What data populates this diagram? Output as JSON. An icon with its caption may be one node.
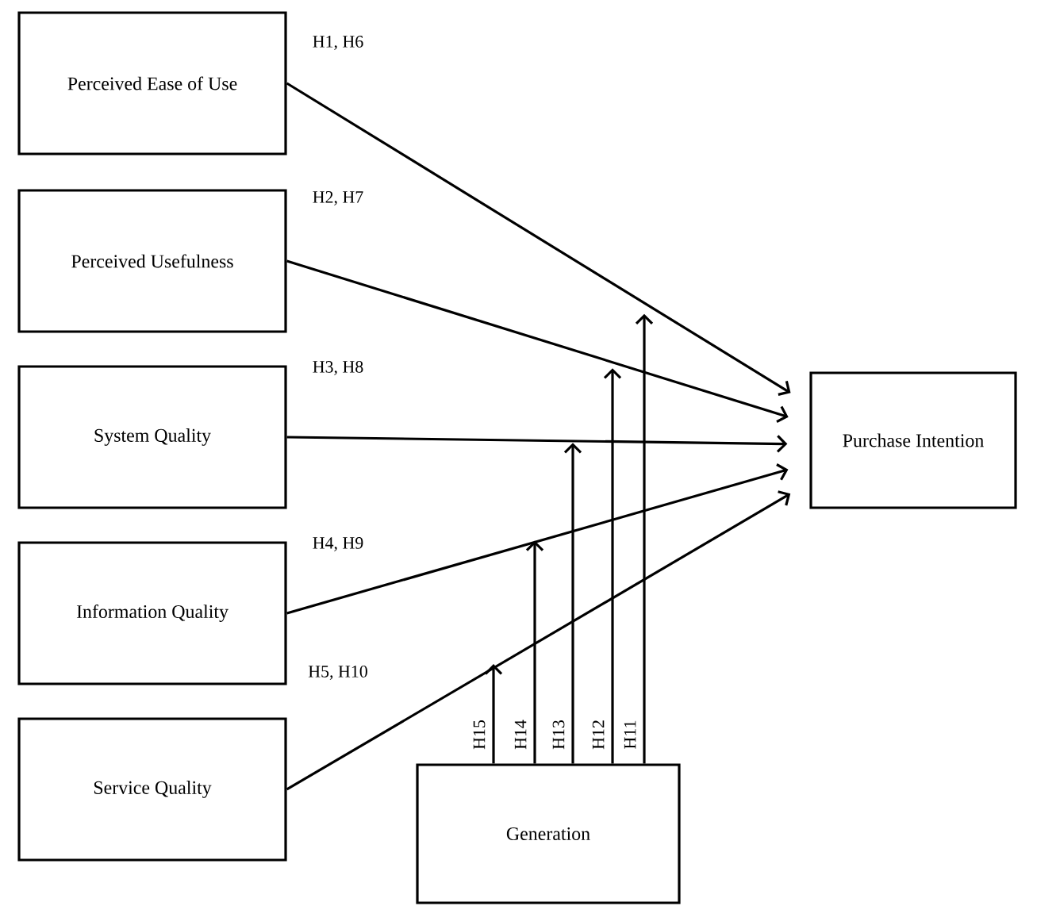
{
  "diagram": {
    "nodes": [
      {
        "text": [
          "Perceived Ease of Use"
        ]
      },
      {
        "text": [
          "Perceived Usefulness"
        ]
      },
      {
        "text": [
          "System Quality"
        ]
      },
      {
        "text": [
          "Information Quality"
        ]
      },
      {
        "text": [
          "Service Quality"
        ]
      },
      {
        "text": [
          "Purchase Intention"
        ]
      },
      {
        "text": [
          "Generation"
        ]
      }
    ],
    "edges": [
      {
        "from": 0,
        "to": 5,
        "arrow": "to",
        "label": "H1, H6"
      },
      {
        "from": 1,
        "to": 5,
        "arrow": "to",
        "label": "H2, H7"
      },
      {
        "from": 2,
        "to": 5,
        "arrow": "to",
        "label": "H3, H8"
      },
      {
        "from": 3,
        "to": 5,
        "arrow": "to",
        "label": "H4, H9"
      },
      {
        "from": 4,
        "to": 5,
        "arrow": "to",
        "label": "H5, H10"
      },
      {
        "from": 6,
        "to": null,
        "arrow": "to",
        "label": "H11"
      },
      {
        "from": 6,
        "to": null,
        "arrow": "to",
        "label": "H12"
      },
      {
        "from": 6,
        "to": null,
        "arrow": "to",
        "label": "H13"
      },
      {
        "from": 6,
        "to": null,
        "arrow": "to",
        "label": "H14"
      },
      {
        "from": 6,
        "to": null,
        "arrow": "to",
        "label": "H15"
      }
    ]
  }
}
